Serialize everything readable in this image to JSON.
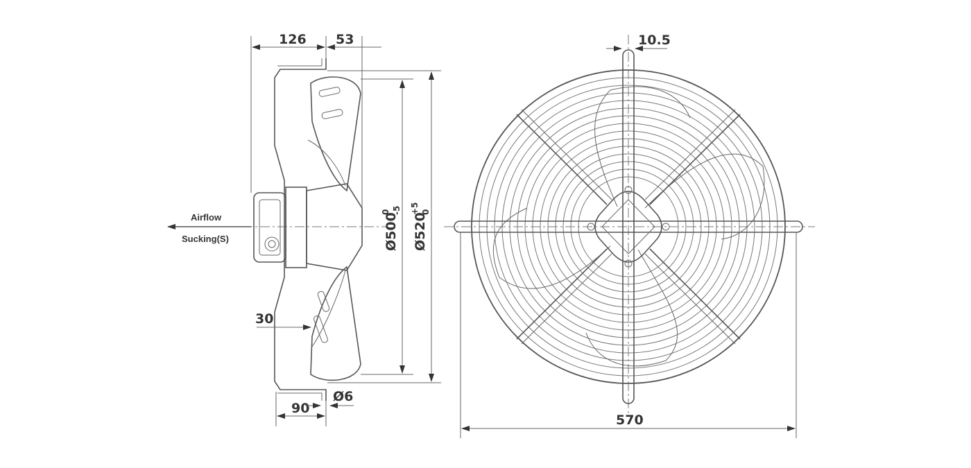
{
  "dimensions": {
    "d126": "126",
    "d53": "53",
    "d30": "30",
    "d90": "90",
    "d6": "Ø6",
    "d10_5": "10.5",
    "d570": "570",
    "d500": {
      "base": "Ø500",
      "sup": "0",
      "sub": "-5"
    },
    "d520": {
      "base": "Ø520",
      "sup": "+5",
      "sub": "0"
    }
  },
  "labels": {
    "airflow": "Airflow",
    "sucking": "Sucking(S)"
  },
  "colors": {
    "line": "#555555",
    "text": "#333333",
    "background": "#ffffff"
  }
}
